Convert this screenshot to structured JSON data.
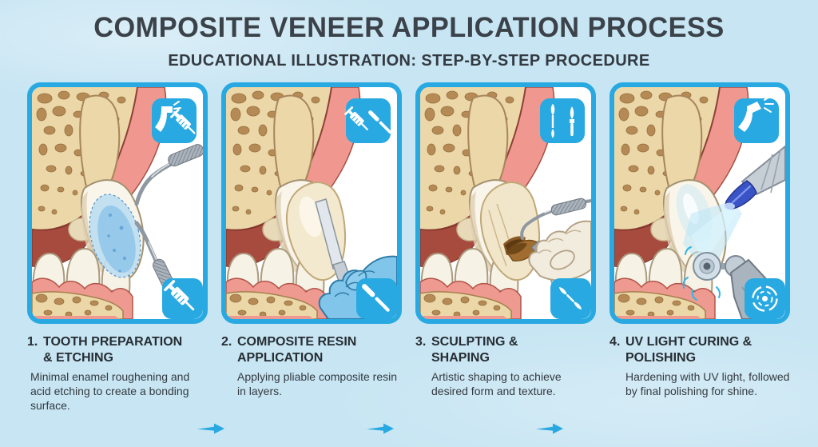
{
  "colors": {
    "background": "#c7e5f3",
    "accent_blue": "#29a9e1",
    "title_text": "#3b4249"
  },
  "header": {
    "title": "COMPOSITE VENEER APPLICATION PROCESS",
    "subtitle": "EDUCATIONAL ILLUSTRATION: STEP-BY-STEP PROCEDURE"
  },
  "steps": [
    {
      "number": "1.",
      "title": "TOOTH PREPARATION & ETCHING",
      "description": "Minimal enamel roughening and acid etching to create a bonding surface.",
      "icons": {
        "top": "dental-drill-and-syringe-icon",
        "bottom": "etching-syringe-icon"
      },
      "scene": "tooth-etching-with-scaler-tools"
    },
    {
      "number": "2.",
      "title": "COMPOSITE RESIN APPLICATION",
      "description": "Applying pliable composite resin in layers.",
      "icons": {
        "top": "syringe-and-spatula-icon",
        "bottom": "composite-spatula-icon"
      },
      "scene": "resin-applied-with-spatula-blue-glove"
    },
    {
      "number": "3.",
      "title": "SCULPTING & SHAPING",
      "description": "Artistic shaping to achieve desired form and texture.",
      "icons": {
        "top": "carver-and-brush-icon",
        "bottom": "double-ended-carver-icon"
      },
      "scene": "sculpting-with-brush-and-carver-white-glove"
    },
    {
      "number": "4.",
      "title": "UV LIGHT CURING & POLISHING",
      "description": "Hardening with UV light, followed by final polishing for shine.",
      "icons": {
        "top": "uv-curing-light-icon",
        "bottom": "polishing-disc-icon"
      },
      "scene": "uv-curing-wand-and-polishing-handpiece"
    }
  ],
  "arrows": {
    "count": 3,
    "direction": "right",
    "color": "#29a9e1"
  }
}
